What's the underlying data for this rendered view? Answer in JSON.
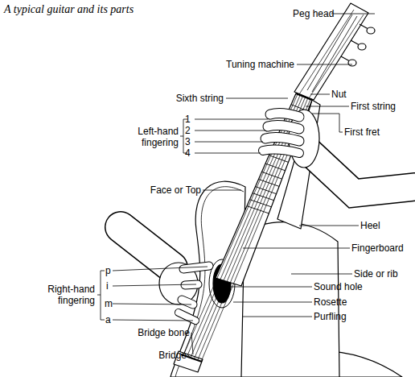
{
  "diagram": {
    "title": "A typical guitar and its parts",
    "labels": [
      "Peg head",
      "Tuning machine",
      "Sixth string",
      "Nut",
      "First string",
      "First fret",
      "1",
      "2",
      "3",
      "4",
      "Left-hand fingering",
      "Face or Top",
      "Heel",
      "Fingerboard",
      "Side or rib",
      "Sound hole",
      "Rosette",
      "Purfling",
      "p",
      "i",
      "m",
      "a",
      "Right-hand fingering",
      "Bridge bone",
      "Bridge"
    ]
  }
}
